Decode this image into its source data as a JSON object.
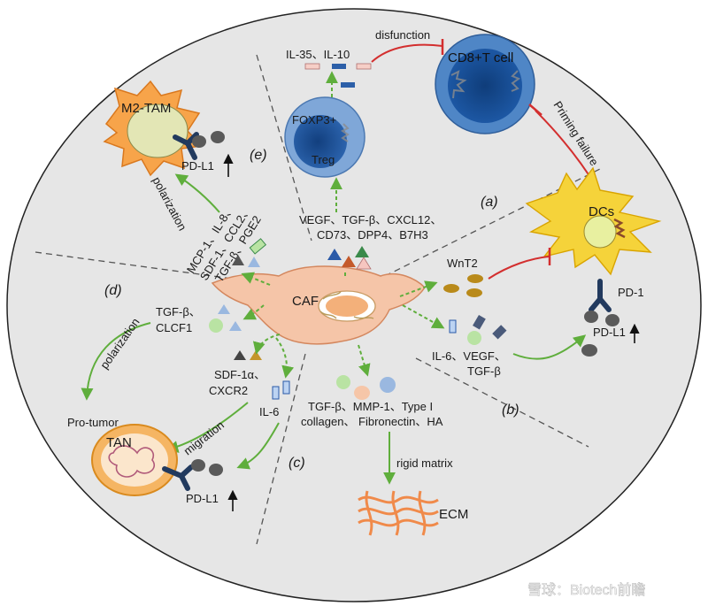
{
  "cells": {
    "caf": "CAF",
    "m2tam": "M2-TAM",
    "treg_line1": "FOXP3+",
    "treg_line2": "Treg",
    "cd8": "CD8+T cell",
    "dcs": "DCs",
    "tan": "TAN",
    "ecm": "ECM"
  },
  "panels": {
    "a": "(a)",
    "b": "(b)",
    "c": "(c)",
    "d": "(d)",
    "e": "(e)"
  },
  "markers": {
    "pdl1_tam": "PD-L1",
    "pdl1_tan": "PD-L1",
    "pdl1_dc": "PD-L1",
    "pd1_dc": "PD-1"
  },
  "factors": {
    "il35_il10": "IL-35、IL-10",
    "disfunction": "disfunction",
    "priming_failure": "Priming failure",
    "treg_line1": "VEGF、TGF-β、CXCL12、",
    "treg_line2": "CD73、DPP4、B7H3",
    "wnt2": "WnT2",
    "dc_line1": "IL-6、VEGF、",
    "dc_line2": "TGF-β",
    "ecm_line1": "TGF-β、MMP-1、Type I",
    "ecm_line2": "collagen、 Fibronectin、HA",
    "rigid_matrix": "rigid matrix",
    "tan_il6": "IL-6",
    "tan_sdf_line1": "SDF-1α、",
    "tan_sdf_line2": "CXCR2",
    "migration": "migration",
    "pro_tumor": "Pro-tumor",
    "polarization_d": "polarization",
    "tgf_clcf1_line1": "TGF-β、",
    "tgf_clcf1_line2": "CLCF1",
    "tam_line1": "MCP-1、IL-8、",
    "tam_line2": "SDF-1、CCL2、",
    "tam_line3": "TGF-β、PGE2",
    "polarization_e": "polarization"
  },
  "watermark": "雪球：Biotech前瞻",
  "colors": {
    "circle_bg": "#e6e6e6",
    "caf_fill": "#f5c5a8",
    "tam_fill": "#f7a44a",
    "treg_fill": "#7fa7d8",
    "cd8_fill": "#4f86c6",
    "dc_fill": "#f5d33a",
    "tan_fill": "#f5b563",
    "green_arrow": "#5fae3c",
    "red_inhibit": "#d32f2f",
    "receptor": "#223a5e"
  }
}
